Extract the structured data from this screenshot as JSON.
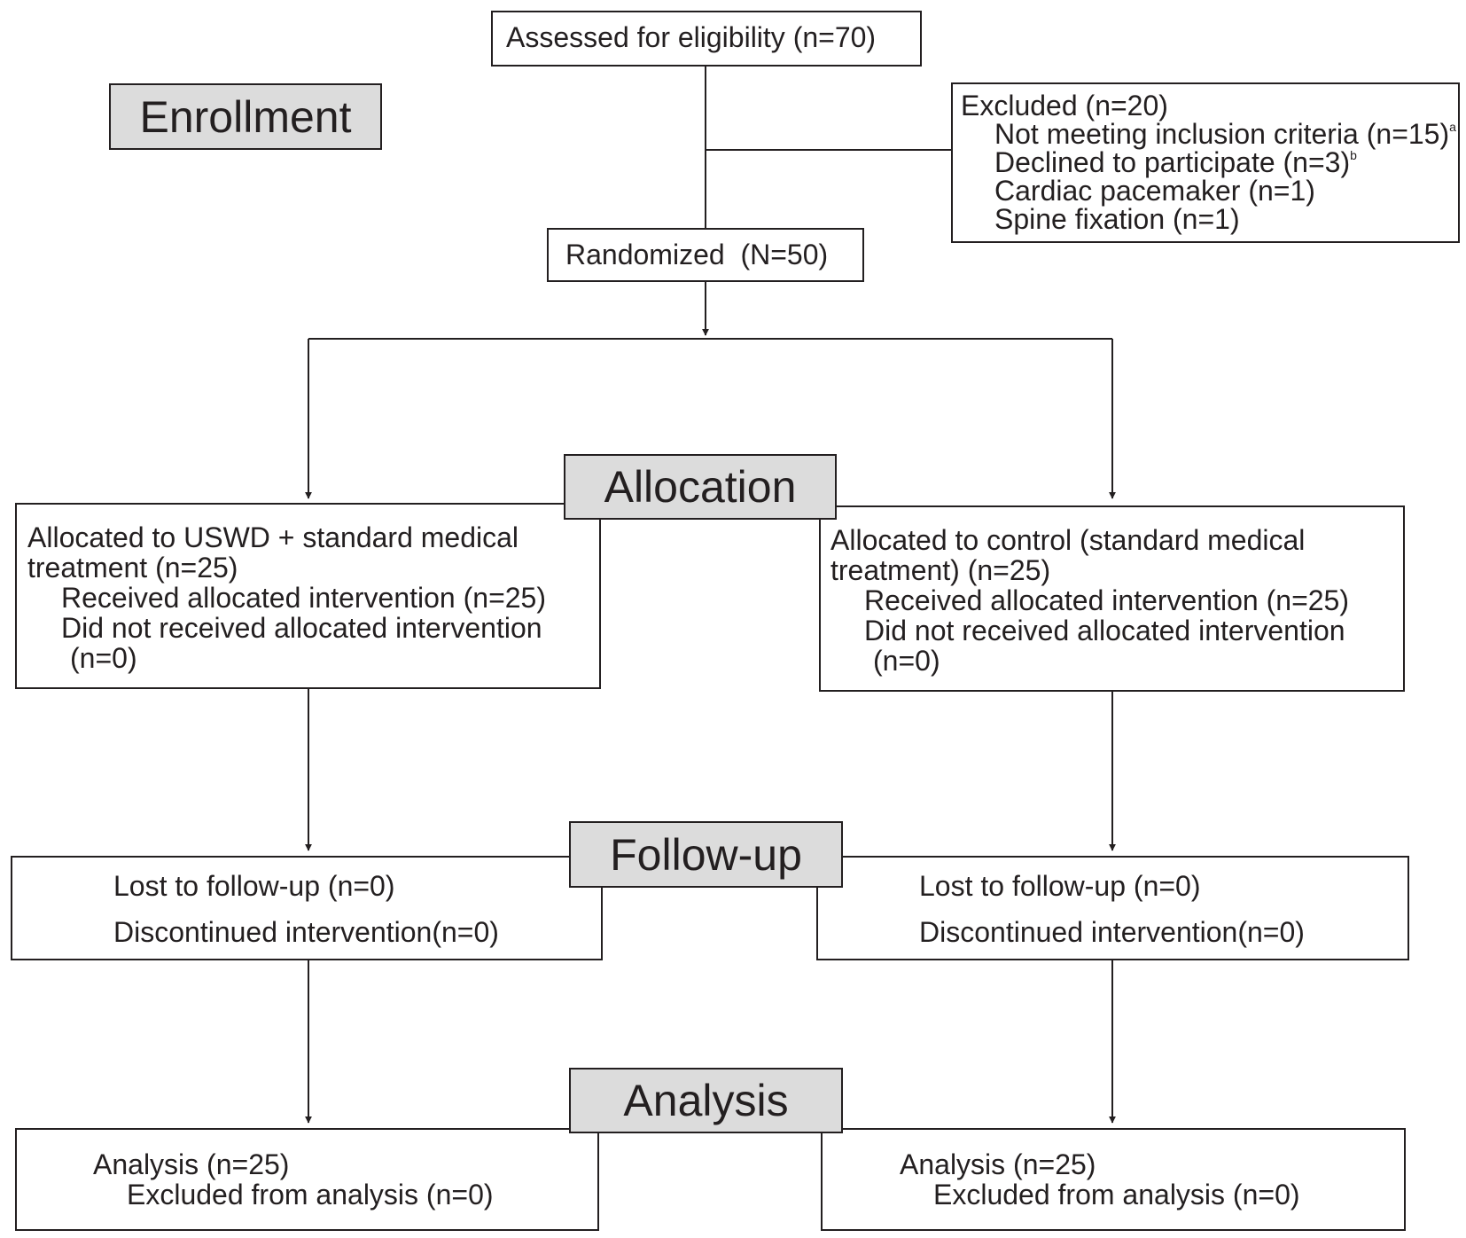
{
  "stages": {
    "enrollment": "Enrollment",
    "allocation": "Allocation",
    "followup": "Follow-up",
    "analysis": "Analysis"
  },
  "assessed": "Assessed for eligibility (n=70)",
  "excluded": {
    "title": "Excluded (n=20)",
    "items": [
      {
        "text": "Not meeting inclusion criteria (n=15)",
        "note": "a"
      },
      {
        "text": "Declined to participate (n=3)",
        "note": "b"
      },
      {
        "text": "Cardiac pacemaker (n=1)",
        "note": ""
      },
      {
        "text": "Spine fixation (n=1)",
        "note": ""
      }
    ]
  },
  "randomized": "Randomized  (N=50)",
  "allocation": {
    "left": {
      "line1": "Allocated to USWD + standard medical",
      "line2": "treatment (n=25)",
      "received": "Received allocated intervention (n=25)",
      "not_received": "Did not received allocated intervention",
      "not_received_n": "(n=0)"
    },
    "right": {
      "line1": "Allocated to control (standard medical",
      "line2": "treatment) (n=25)",
      "received": "Received allocated intervention (n=25)",
      "not_received": "Did not received allocated intervention",
      "not_received_n": "(n=0)"
    }
  },
  "followup": {
    "left": {
      "lost": "Lost to follow-up (n=0)",
      "discontinued": "Discontinued intervention(n=0)"
    },
    "right": {
      "lost": "Lost to follow-up (n=0)",
      "discontinued": "Discontinued intervention(n=0)"
    }
  },
  "analysis": {
    "left": {
      "analysed": "Analysis (n=25)",
      "excluded": "Excluded from analysis (n=0)"
    },
    "right": {
      "analysed": "Analysis (n=25)",
      "excluded": "Excluded from analysis (n=0)"
    }
  }
}
